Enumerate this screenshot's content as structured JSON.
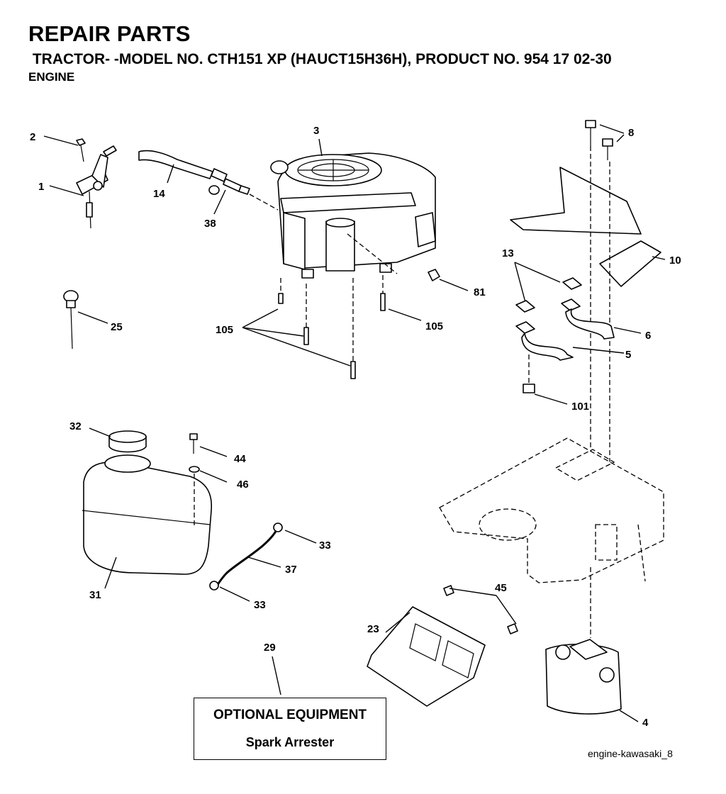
{
  "header": {
    "title": "REPAIR PARTS",
    "subtitle": " TRACTOR- -MODEL NO. CTH151 XP (HAUCT15H36H), PRODUCT NO. 954 17 02-30",
    "section": "ENGINE"
  },
  "callouts": {
    "p1": "1",
    "p2": "2",
    "p3": "3",
    "p4": "4",
    "p5": "5",
    "p6": "6",
    "p8": "8",
    "p10": "10",
    "p13": "13",
    "p14": "14",
    "p23": "23",
    "p25": "25",
    "p29": "29",
    "p31": "31",
    "p32": "32",
    "p33a": "33",
    "p33b": "33",
    "p37": "37",
    "p38": "38",
    "p44": "44",
    "p45": "45",
    "p46": "46",
    "p81": "81",
    "p101": "101",
    "p105a": "105",
    "p105b": "105"
  },
  "optional_box": {
    "title": "OPTIONAL EQUIPMENT",
    "item": "Spark Arrester"
  },
  "footer": {
    "image_ref": "engine-kawasaki_8"
  }
}
